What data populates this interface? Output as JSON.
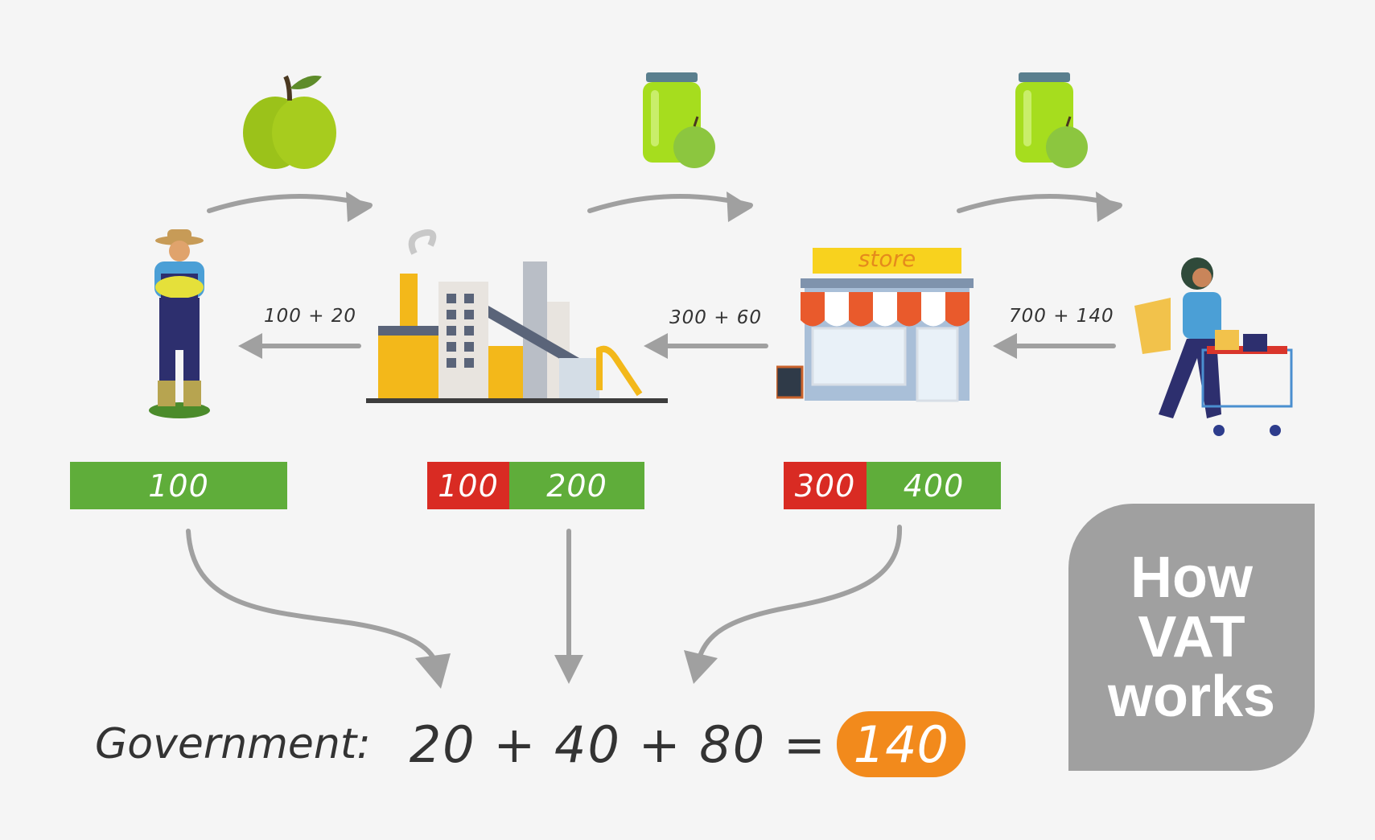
{
  "flow_prices": {
    "farmer_to_factory": "100 + 20",
    "factory_to_store": "300 + 60",
    "store_to_customer": "700 + 140"
  },
  "store_sign": "store",
  "bars": {
    "farmer": {
      "green": "100"
    },
    "factory": {
      "red": "100",
      "green": "200"
    },
    "store": {
      "red": "300",
      "green": "400"
    }
  },
  "government": {
    "label": "Government:",
    "equation": "20 + 40 + 80 =",
    "total": "140"
  },
  "badge": {
    "line1": "How",
    "line2": "VAT",
    "line3": "works"
  },
  "colors": {
    "green": "#5fad3a",
    "red": "#d92b23",
    "orange": "#f28a1c",
    "badge": "#a0a0a0",
    "arrow": "#a0a0a0"
  },
  "icons": [
    "apple-icon",
    "juice-jar-icon",
    "farmer-icon",
    "factory-icon",
    "store-icon",
    "shopper-icon"
  ]
}
